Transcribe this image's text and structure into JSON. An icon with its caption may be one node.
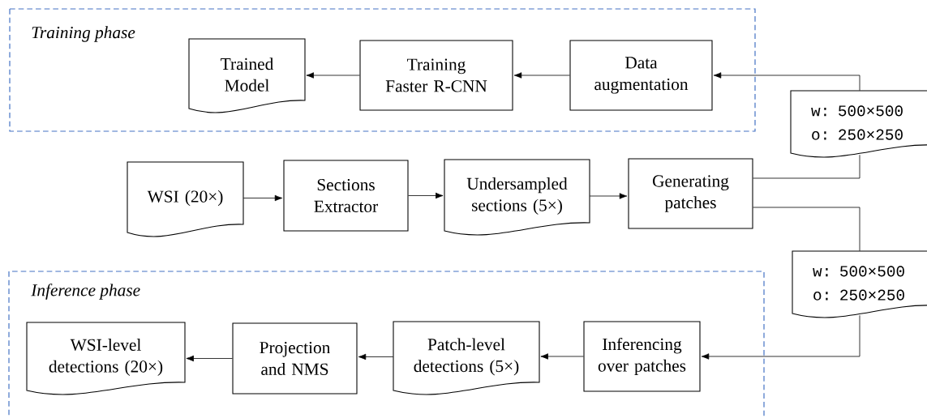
{
  "diagram": {
    "nodes": [
      {
        "text": [
          "Training phase"
        ]
      },
      {
        "text": [
          "Trained Model"
        ],
        "in": 0
      },
      {
        "text": [
          "Training Faster R-CNN"
        ],
        "in": 0
      },
      {
        "text": [
          "Data augmentation"
        ],
        "in": 0
      },
      {
        "text": [
          "WSI (20×)"
        ]
      },
      {
        "text": [
          "Sections Extractor"
        ]
      },
      {
        "text": [
          "Undersampled sections (5×)"
        ]
      },
      {
        "text": [
          "Generating patches"
        ]
      },
      {
        "text": [
          "Inference phase"
        ]
      },
      {
        "text": [
          "WSI-level detections (20×)"
        ],
        "in": 8
      },
      {
        "text": [
          "Projection and NMS"
        ],
        "in": 8
      },
      {
        "text": [
          "Patch-level detections (5×)"
        ],
        "in": 8
      },
      {
        "text": [
          "Inferencing over patches"
        ],
        "in": 8
      },
      {
        "text": [
          "w: 500×500",
          "o: 250×250"
        ]
      },
      {
        "text": [
          "w: 500×500",
          "o: 250×250"
        ]
      }
    ],
    "edges": [
      {
        "from": 2,
        "to": 1,
        "arrow": "to"
      },
      {
        "from": 3,
        "to": 2,
        "arrow": "to"
      },
      {
        "from": 4,
        "to": 5,
        "arrow": "to"
      },
      {
        "from": 5,
        "to": 6,
        "arrow": "to"
      },
      {
        "from": 6,
        "to": 7,
        "arrow": "to"
      },
      {
        "from": 7,
        "to": 13,
        "arrow": "none"
      },
      {
        "from": 13,
        "to": 3,
        "arrow": "to"
      },
      {
        "from": 7,
        "to": 14,
        "arrow": "none"
      },
      {
        "from": 14,
        "to": 12,
        "arrow": "to"
      },
      {
        "from": 12,
        "to": 11,
        "arrow": "to"
      },
      {
        "from": 11,
        "to": 10,
        "arrow": "to"
      },
      {
        "from": 10,
        "to": 9,
        "arrow": "to"
      }
    ]
  }
}
